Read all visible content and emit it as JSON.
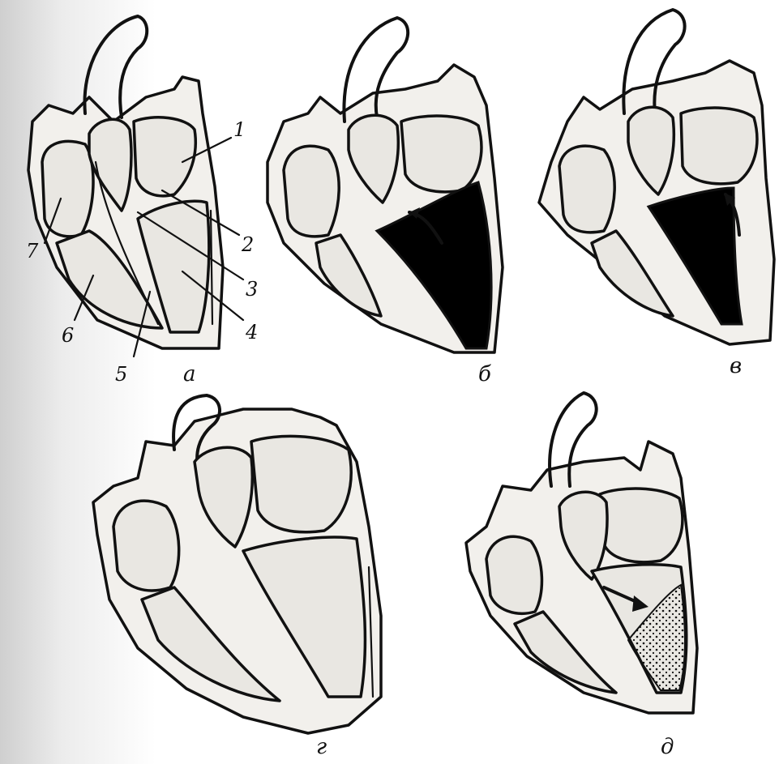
{
  "panels": [
    {
      "id": "a",
      "letter": "а"
    },
    {
      "id": "b",
      "letter": "б"
    },
    {
      "id": "v",
      "letter": "в"
    },
    {
      "id": "g",
      "letter": "г"
    },
    {
      "id": "d",
      "letter": "д"
    }
  ],
  "callouts": [
    "1",
    "2",
    "3",
    "4",
    "5",
    "6",
    "7"
  ],
  "colors": {
    "ink": "#111111",
    "paper": "#ffffff",
    "shade": "#e9e7e2",
    "blood_fill": "#000000"
  }
}
